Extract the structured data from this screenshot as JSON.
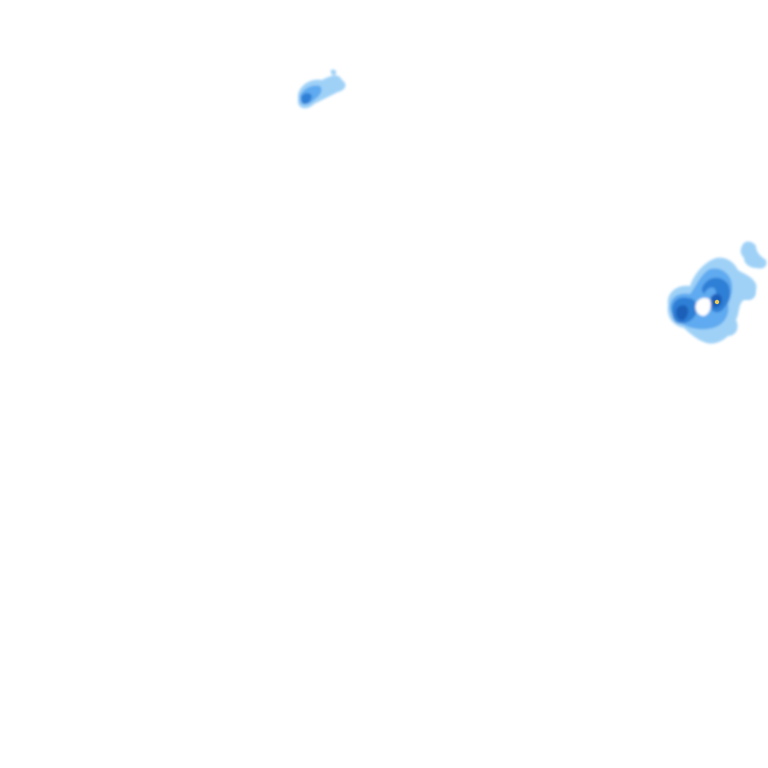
{
  "layer": {
    "type": "precipitation-radar-overlay",
    "background": "#ffffff"
  },
  "palette": {
    "light": "#9fd1f7",
    "medium": "#5eaaf0",
    "strong": "#2f7fd6",
    "heavy": "#1a5fb8",
    "core": "#f2c94c"
  },
  "echoes": [
    {
      "id": "echo-northwest",
      "intensity": "moderate"
    },
    {
      "id": "echo-east-main",
      "intensity": "heavy"
    },
    {
      "id": "echo-east-fringe",
      "intensity": "light"
    }
  ]
}
